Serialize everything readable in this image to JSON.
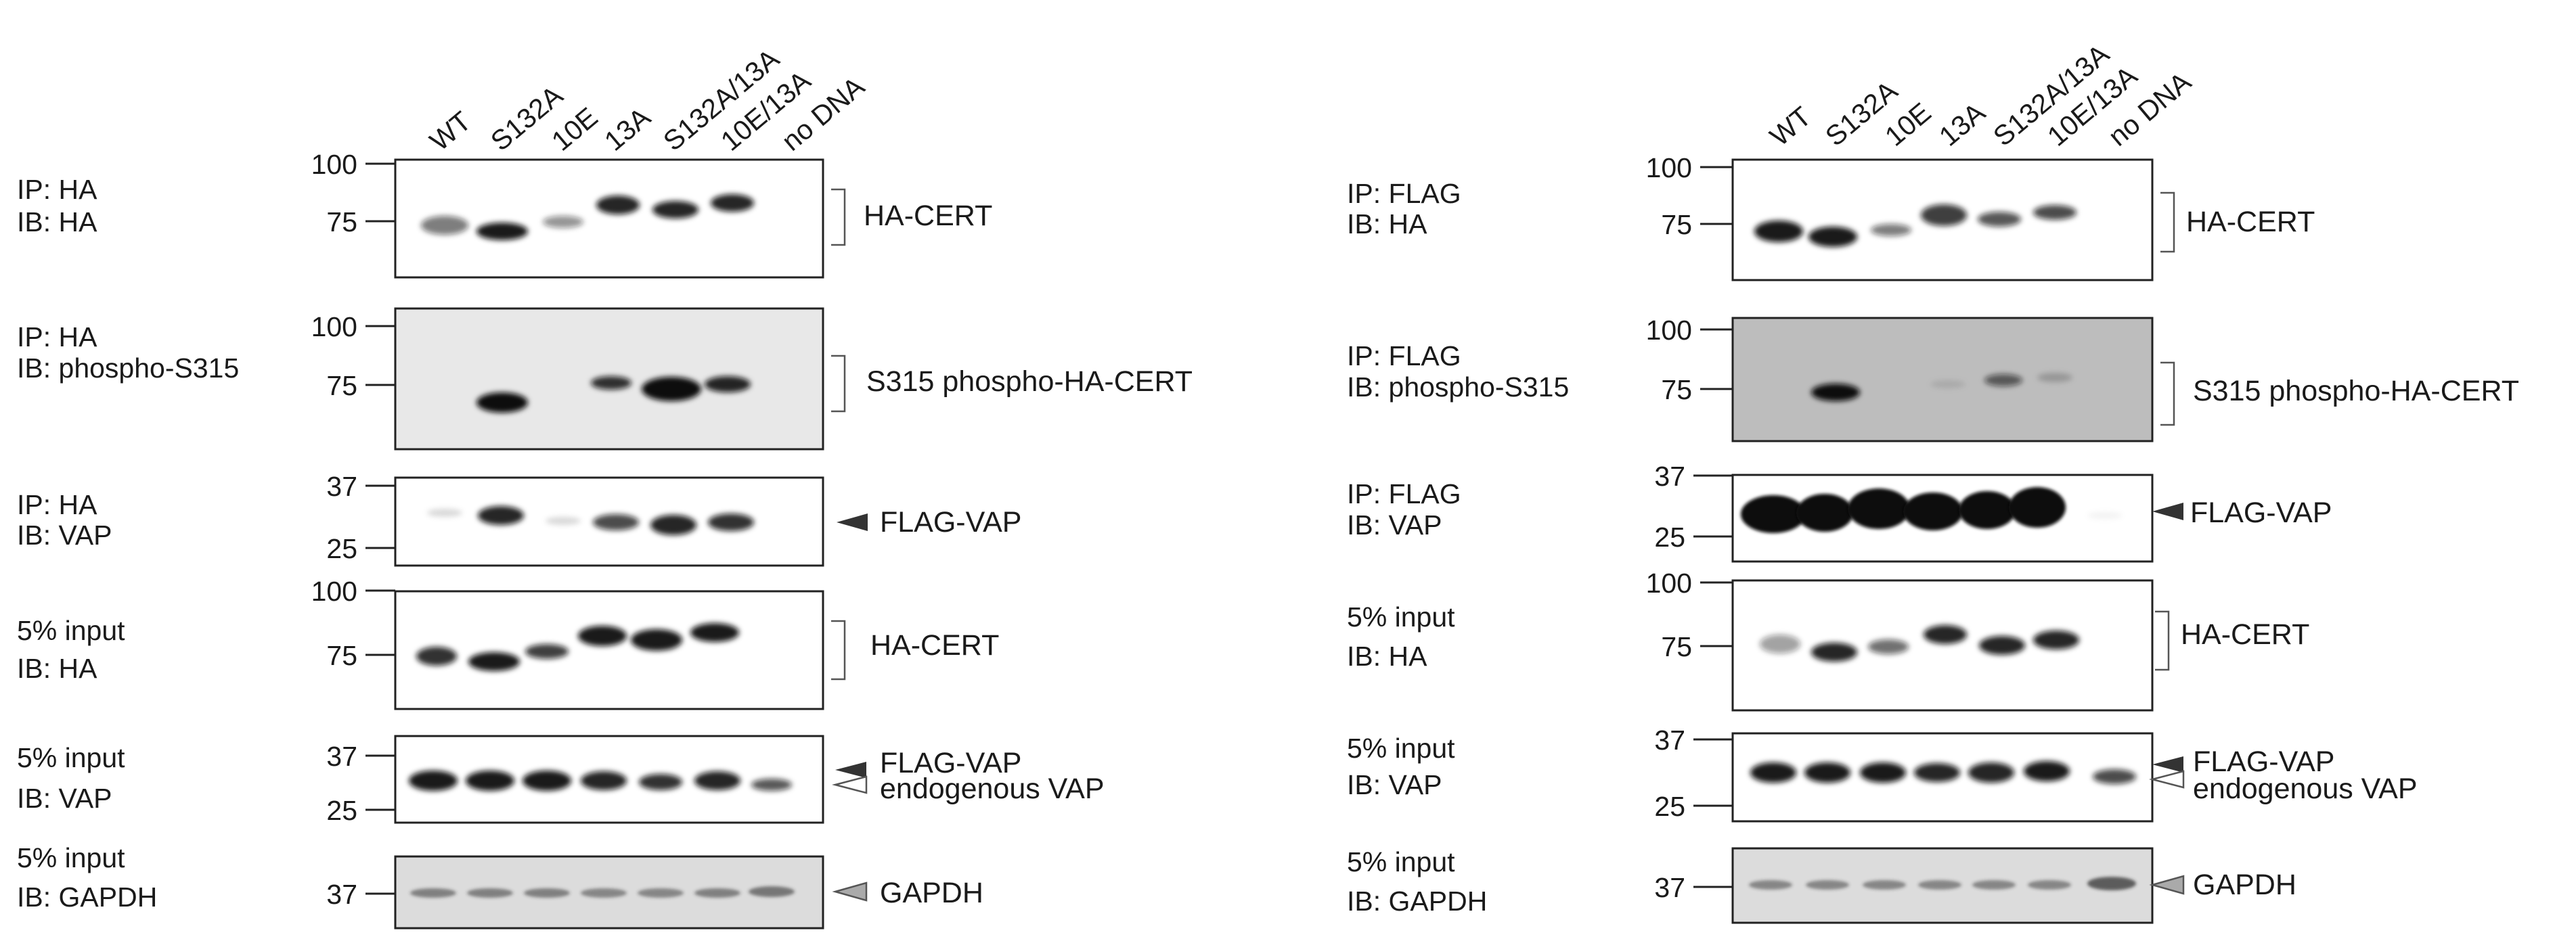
{
  "figure": {
    "panels": [
      {
        "lanes": [
          "WT",
          "S132A",
          "10E",
          "13A",
          "S132A/13A",
          "10E/13A",
          "no DNA"
        ],
        "blots": [
          {
            "label1": "IP: HA",
            "label2": "IB: HA",
            "mw": [
              "100",
              "75"
            ],
            "target": "HA-CERT",
            "target_marker": "bracket",
            "background": "light",
            "band_intensity": [
              0.55,
              0.95,
              0.45,
              0.9,
              0.9,
              0.9,
              0
            ]
          },
          {
            "label1": "IP: HA",
            "label2": "IB: phospho-S315",
            "mw": [
              "100",
              "75"
            ],
            "target": "S315 phospho-HA-CERT",
            "target_marker": "bracket",
            "background": "gray",
            "band_intensity": [
              0,
              1.0,
              0,
              0.85,
              1.0,
              0.9,
              0
            ]
          },
          {
            "label1": "IP: HA",
            "label2": "IB: VAP",
            "mw": [
              "37",
              "25"
            ],
            "target": "FLAG-VAP",
            "target_marker": "arrow-dark",
            "background": "light",
            "band_intensity": [
              0.15,
              0.9,
              0.15,
              0.75,
              0.9,
              0.85,
              0
            ]
          },
          {
            "label1": "5% input",
            "label2": "IB: HA",
            "mw": [
              "100",
              "75"
            ],
            "target": "HA-CERT",
            "target_marker": "bracket",
            "background": "light",
            "band_intensity": [
              0.85,
              0.95,
              0.8,
              0.95,
              0.95,
              0.95,
              0
            ]
          },
          {
            "label1": "5% input",
            "label2": "IB: VAP",
            "mw": [
              "37",
              "25"
            ],
            "target": "FLAG-VAP",
            "target2": "endogenous VAP",
            "target_marker": "double-arrow",
            "background": "light",
            "band_intensity": [
              0.95,
              0.95,
              0.95,
              0.9,
              0.85,
              0.9,
              0.7
            ]
          },
          {
            "label1": "5% input",
            "label2": "IB: GAPDH",
            "mw": [
              "37"
            ],
            "target": "GAPDH",
            "target_marker": "arrow-gray",
            "background": "gray",
            "band_intensity": [
              0.55,
              0.55,
              0.55,
              0.5,
              0.5,
              0.55,
              0.6
            ]
          }
        ]
      },
      {
        "lanes": [
          "WT",
          "S132A",
          "10E",
          "13A",
          "S132A/13A",
          "10E/13A",
          "no DNA"
        ],
        "blots": [
          {
            "label1": "IP: FLAG",
            "label2": "IB: HA",
            "mw": [
              "100",
              "75"
            ],
            "target": "HA-CERT",
            "target_marker": "bracket",
            "background": "light",
            "band_intensity": [
              0.95,
              0.95,
              0.55,
              0.8,
              0.7,
              0.75,
              0
            ]
          },
          {
            "label1": "IP: FLAG",
            "label2": "IB: phospho-S315",
            "mw": [
              "100",
              "75"
            ],
            "target": "S315 phospho-HA-CERT",
            "target_marker": "bracket",
            "background": "gray",
            "band_intensity": [
              0,
              1.0,
              0,
              0.1,
              0.6,
              0.2,
              0
            ]
          },
          {
            "label1": "IP: FLAG",
            "label2": "IB: VAP",
            "mw": [
              "37",
              "25"
            ],
            "target": "FLAG-VAP",
            "target_marker": "arrow-dark",
            "background": "light",
            "band_intensity": [
              1.0,
              1.0,
              1.0,
              1.0,
              1.0,
              1.0,
              0.05
            ]
          },
          {
            "label1": "5% input",
            "label2": "IB: HA",
            "mw": [
              "100",
              "75"
            ],
            "target": "HA-CERT",
            "target_marker": "bracket",
            "background": "light",
            "band_intensity": [
              0.4,
              0.9,
              0.6,
              0.9,
              0.9,
              0.9,
              0
            ]
          },
          {
            "label1": "5% input",
            "label2": "IB: VAP",
            "mw": [
              "37",
              "25"
            ],
            "target": "FLAG-VAP",
            "target2": "endogenous VAP",
            "target_marker": "double-arrow",
            "background": "light",
            "band_intensity": [
              0.95,
              0.95,
              0.95,
              0.9,
              0.9,
              0.95,
              0.75
            ]
          },
          {
            "label1": "5% input",
            "label2": "IB: GAPDH",
            "mw": [
              "37"
            ],
            "target": "GAPDH",
            "target_marker": "arrow-gray",
            "background": "gray",
            "band_intensity": [
              0.5,
              0.5,
              0.5,
              0.5,
              0.5,
              0.5,
              0.75
            ]
          }
        ]
      }
    ]
  }
}
